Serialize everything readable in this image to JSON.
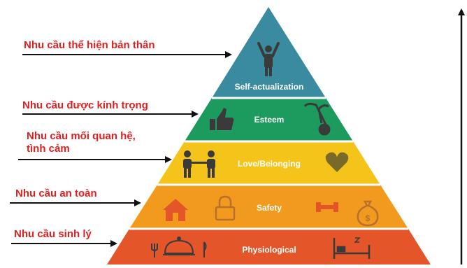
{
  "colors": {
    "self_actualization": "#3a8aa0",
    "esteem": "#1d9a5e",
    "love": "#f4c41a",
    "safety": "#f29a1d",
    "physiological": "#e4562a",
    "label_red": "#e02020",
    "arrow": "#111111",
    "icon": "#3a3a3a"
  },
  "levels": [
    {
      "name": "Self-actualization"
    },
    {
      "name": "Esteem"
    },
    {
      "name": "Love/Belonging"
    },
    {
      "name": "Safety"
    },
    {
      "name": "Physiological"
    }
  ],
  "labels": [
    {
      "lines": [
        "Nhu cầu thể hiện bản thân"
      ]
    },
    {
      "lines": [
        "Nhu cầu được kính trọng"
      ]
    },
    {
      "lines": [
        "Nhu cầu mối quan hệ,",
        "tình cảm"
      ]
    },
    {
      "lines": [
        "Nhu cầu an toàn"
      ]
    },
    {
      "lines": [
        "Nhu cầu sinh lý"
      ]
    }
  ],
  "icons": [
    "person-raised-arms-icon",
    "thumbs-up-icon",
    "medal-icon",
    "two-people-icon",
    "heart-icon",
    "house-icon",
    "padlock-icon",
    "dumbbell-icon",
    "money-bag-icon",
    "cutlery-cloche-icon",
    "bed-icon"
  ]
}
